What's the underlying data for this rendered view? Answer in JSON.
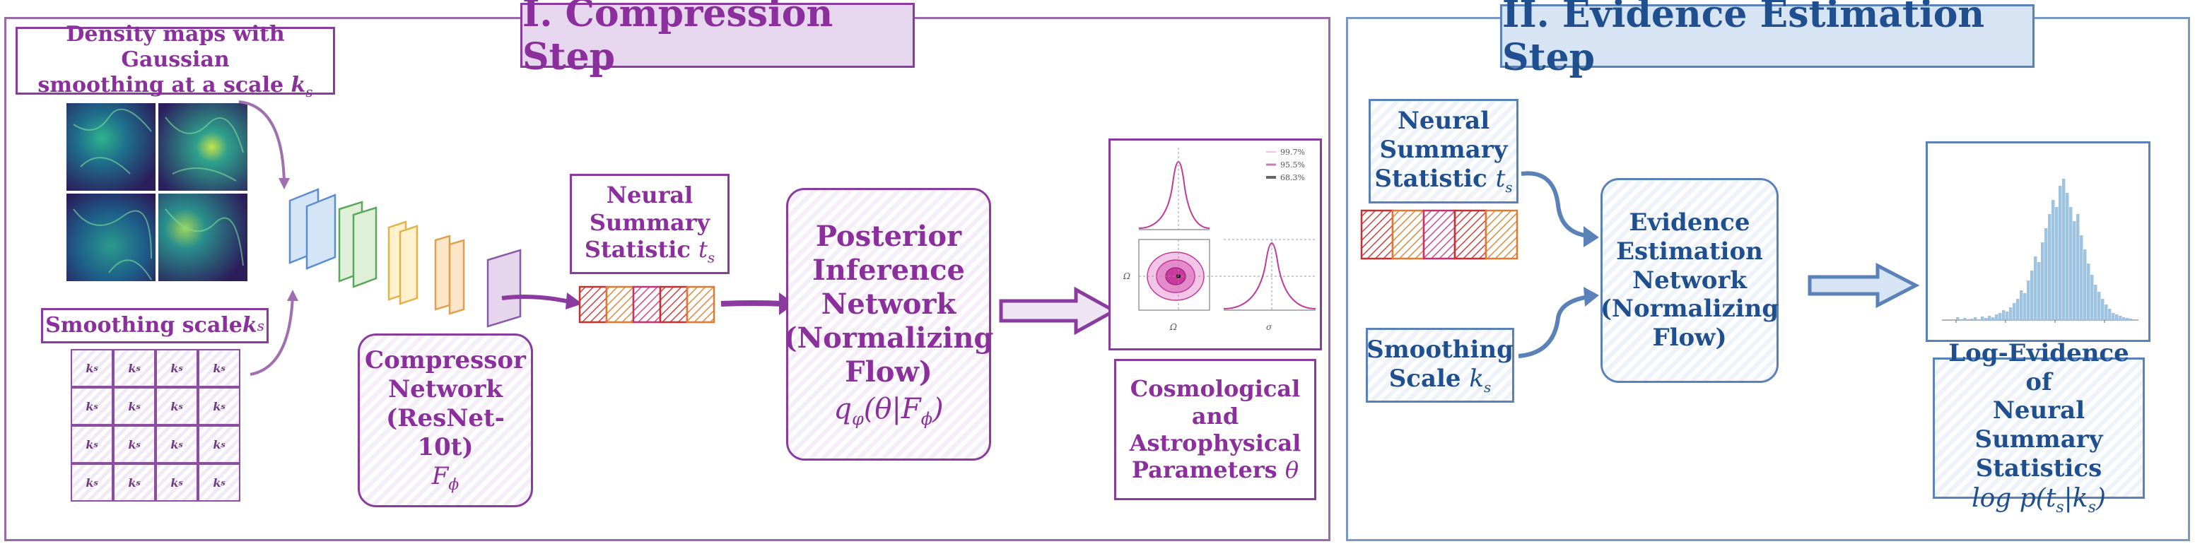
{
  "sections": {
    "compression": {
      "title": "I. Compression Step",
      "density_label": {
        "line1": "Density maps with Gaussian",
        "line2": "smoothing at a scale ",
        "sym": "k",
        "sub": "s"
      },
      "smoothing_label": {
        "text": "Smoothing scale ",
        "sym": "k",
        "sub": "s"
      },
      "grid_cell_label": "k",
      "grid_cell_sub": "s",
      "compressor": {
        "l1": "Compressor",
        "l2": "Network",
        "l3": "(ResNet-10t)",
        "sym": "F",
        "sub": "ϕ"
      },
      "neural_summary": {
        "l1": "Neural",
        "l2": "Summary",
        "l3": "Statistic ",
        "sym": "t",
        "sub": "s"
      },
      "posterior": {
        "l1": "Posterior",
        "l2": "Inference",
        "l3": "Network",
        "l4": "(Normalizing",
        "l5": "Flow)",
        "formula": "q",
        "formula_sub": "φ",
        "formula_rest": "(θ|F",
        "formula_rest_sub": "ϕ",
        "formula_end": ")"
      },
      "params": {
        "l1": "Cosmological",
        "l2": "and",
        "l3": "Astrophysical",
        "l4": "Parameters ",
        "sym": "θ"
      },
      "contour_legend": [
        "99.7%",
        "95.5%",
        "68.3%"
      ],
      "contour_axis": {
        "y": "Ω",
        "x1": "Ω",
        "x2": "σ"
      }
    },
    "evidence": {
      "title": "II. Evidence Estimation Step",
      "neural_summary": {
        "l1": "Neural",
        "l2": "Summary",
        "l3": "Statistic ",
        "sym": "t",
        "sub": "s"
      },
      "smoothing": {
        "l1": "Smoothing",
        "l2": "Scale ",
        "sym": "k",
        "sub": "s"
      },
      "evidence_net": {
        "l1": "Evidence",
        "l2": "Estimation",
        "l3": "Network",
        "l4": "(Normalizing",
        "l5": "Flow)"
      },
      "log_evidence": {
        "l1": "Log-Evidence of",
        "l2": "Neural Summary",
        "l3": "Statistics",
        "formula": "log p(t",
        "formula_sub": "s",
        "formula_mid": "|k",
        "formula_sub2": "s",
        "formula_end": ")"
      }
    }
  },
  "colors": {
    "purple": "#8a2f9b",
    "purple_border": "#8a3c9e",
    "blue": "#1f4f8f",
    "blue_border": "#5a82b8",
    "title_bg_purple": "#e6d6ee",
    "title_bg_blue": "#d7e4f4"
  },
  "icons": [
    "arrow-right-icon",
    "block-arrow-icon",
    "layer-stack-icon",
    "histogram-icon",
    "contour-plot-icon",
    "density-map-icon"
  ]
}
